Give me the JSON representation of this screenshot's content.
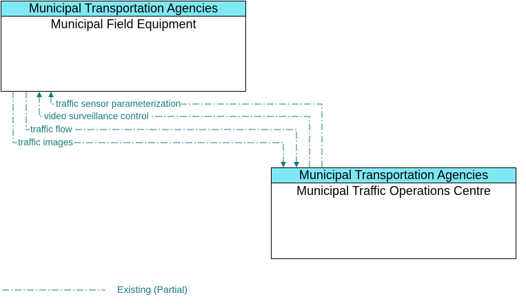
{
  "boxes": {
    "field": {
      "header": "Municipal Transportation Agencies",
      "title": "Municipal Field Equipment"
    },
    "tmc": {
      "header": "Municipal Transportation Agencies",
      "title": "Municipal Traffic Operations Centre"
    }
  },
  "flows": [
    {
      "label": "traffic sensor parameterization",
      "direction": "tmc-to-field"
    },
    {
      "label": "video surveillance control",
      "direction": "tmc-to-field"
    },
    {
      "label": "traffic flow",
      "direction": "field-to-tmc"
    },
    {
      "label": "traffic images",
      "direction": "field-to-tmc"
    }
  ],
  "legend": {
    "label": "Existing (Partial)"
  },
  "colors": {
    "header_fill": "#7fe8f2",
    "flow_line": "#167a7a",
    "border": "#000000"
  }
}
